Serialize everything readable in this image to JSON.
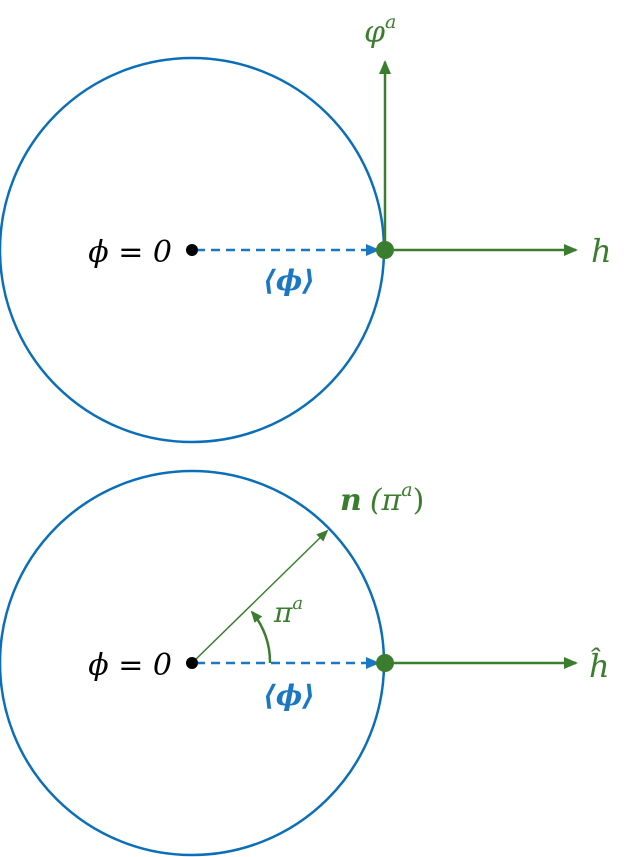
{
  "colors": {
    "circle": "#0a6fb8",
    "vev": "#1a78c2",
    "green": "#3b7d2e",
    "black": "#000000"
  },
  "top_panel": {
    "origin_label": "ϕ = 0",
    "vev_label": "⟨ϕ⟩",
    "vertical_axis_label": "φ",
    "vertical_axis_superscript": "a",
    "horizontal_axis_label": "h"
  },
  "bottom_panel": {
    "origin_label": "ϕ = 0",
    "vev_label": "⟨ϕ⟩",
    "direction_label_bold": "n",
    "direction_label_paren_open": "(π",
    "direction_label_superscript": "a",
    "direction_label_paren_close": ")",
    "angle_label": "π",
    "angle_superscript": "a",
    "horizontal_axis_label": "ĥ"
  }
}
